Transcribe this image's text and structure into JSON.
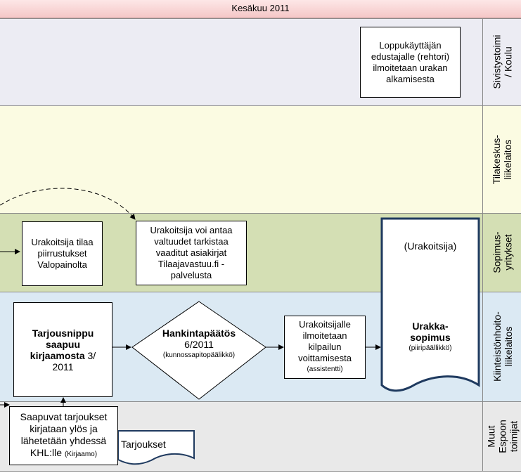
{
  "header": {
    "title": "Kesäkuu 2011"
  },
  "lanes": {
    "sivistys": "Sivistystoimi / Koulu",
    "tilakeskus": "Tilakeskus-liikelaitos",
    "sopimus": "Sopimus-yritykset",
    "kiinteisto": "Kiinteistönhoito-liikelaitos",
    "muut": "Muut Espoon toimijat"
  },
  "boxes": {
    "loppukayttaja": "Loppukäyttäjän edustajalle (rehtori) ilmoitetaan urakan alkamisesta",
    "tilaa": "Urakoitsija tilaa piirrustukset Valopainolta",
    "valtuudet": "Urakoitsija voi antaa valtuudet tarkistaa vaaditut asiakirjat Tilaajavastuu.fi -palvelusta",
    "tarjousnippu_bold": "Tarjousnippu saapuu kirjaamosta",
    "tarjousnippu_rest": " 3/ 2011",
    "hankinta_bold": "Hankintapäätös",
    "hankinta_date": "6/2011",
    "hankinta_role": "(kunnossapitopäälikkö)",
    "ilmoitetaan": "Urakoitsijalle ilmoitetaan kilpailun voittamisesta",
    "ilmoitetaan_role": "(assistentti)",
    "urakoitsija": "(Urakoitsija)",
    "urakka_bold": "Urakka-sopimus",
    "urakka_role": "(piiripäällikkö)",
    "saapuvat": "Saapuvat tarjoukset kirjataan ylös ja lähetetään yhdessä KHL:lle",
    "saapuvat_role": "(Kirjaamo)",
    "tarjoukset": "Tarjoukset"
  }
}
